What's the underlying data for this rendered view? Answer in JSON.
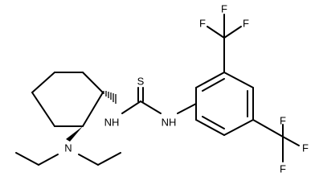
{
  "atoms": {
    "sulfur": "S",
    "nh_left": "NH",
    "nh_right": "NH",
    "amine_n": "N",
    "fluorine": "F"
  }
}
